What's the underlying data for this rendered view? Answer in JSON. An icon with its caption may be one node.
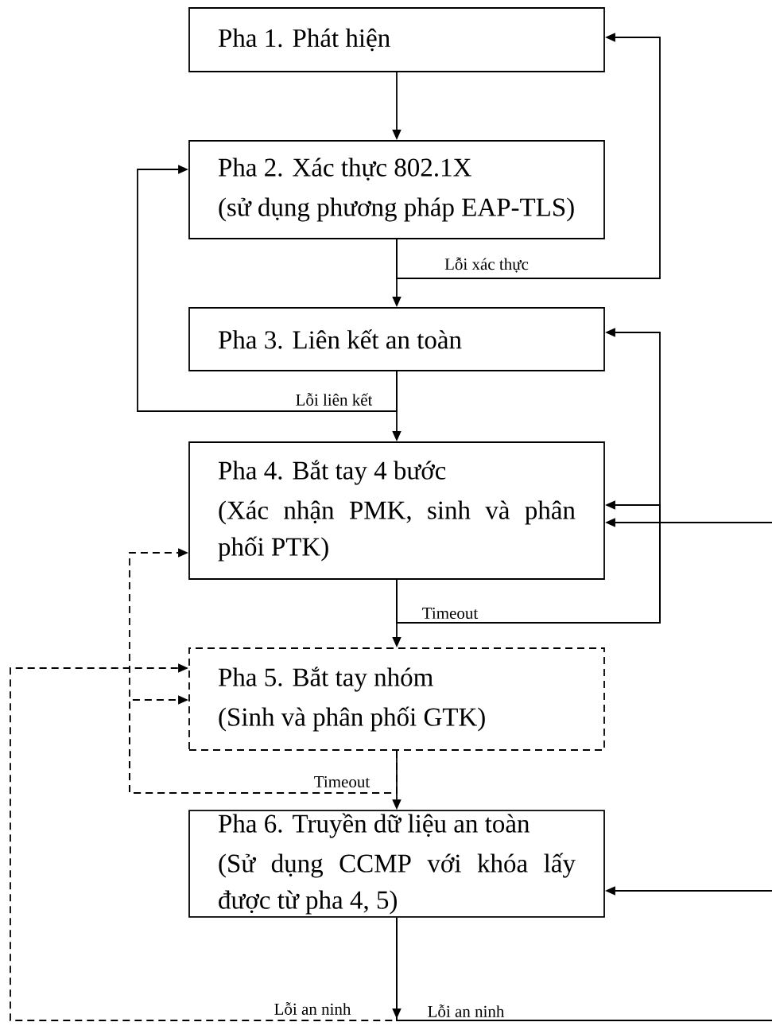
{
  "diagram": {
    "nodes": [
      {
        "text": [
          "Pha 1. Phát hiện"
        ]
      },
      {
        "text": [
          "Pha 2. Xác thực 802.1X",
          "(sử dụng phương pháp EAP-TLS)"
        ]
      },
      {
        "text": [
          "Pha 3. Liên kết an toàn"
        ]
      },
      {
        "text": [
          "Pha 4. Bắt tay 4 bước",
          "(Xác nhận PMK, sinh và phân phối PTK)"
        ]
      },
      {
        "text": [
          "Pha 5. Bắt tay nhóm",
          "(Sinh và phân phối GTK)"
        ]
      },
      {
        "text": [
          "Pha 6. Truyền dữ liệu an toàn",
          "(Sử dụng CCMP với khóa lấy được từ pha 4, 5)"
        ]
      }
    ],
    "edges": [
      {
        "from": 0,
        "to": 1,
        "arrow": "to"
      },
      {
        "from": 1,
        "to": 2,
        "arrow": "to"
      },
      {
        "from": 1,
        "to": 0,
        "arrow": "to",
        "label": "Lỗi xác thực"
      },
      {
        "from": 2,
        "to": 3,
        "arrow": "to"
      },
      {
        "from": 2,
        "to": 1,
        "arrow": "to",
        "label": "Lỗi liên kết"
      },
      {
        "from": 3,
        "to": 4,
        "arrow": "to"
      },
      {
        "from": 3,
        "to": 2,
        "arrow": "to",
        "label": "Timeout"
      },
      {
        "from": 3,
        "to": 3,
        "arrow": "to"
      },
      {
        "from": null,
        "to": 3,
        "arrow": "to"
      },
      {
        "from": 4,
        "to": 5,
        "arrow": "to"
      },
      {
        "from": 4,
        "to": 3,
        "arrow": "to",
        "style": "dashed",
        "label": "Timeout"
      },
      {
        "from": 4,
        "to": 4,
        "arrow": "to",
        "style": "dashed"
      },
      {
        "from": null,
        "to": 5,
        "arrow": "to"
      },
      {
        "from": 5,
        "to": 4,
        "arrow": "to",
        "style": "dashed",
        "label": "Lỗi an ninh"
      },
      {
        "from": 5,
        "to": null,
        "arrow": "none",
        "label": "Lỗi an ninh"
      }
    ]
  }
}
